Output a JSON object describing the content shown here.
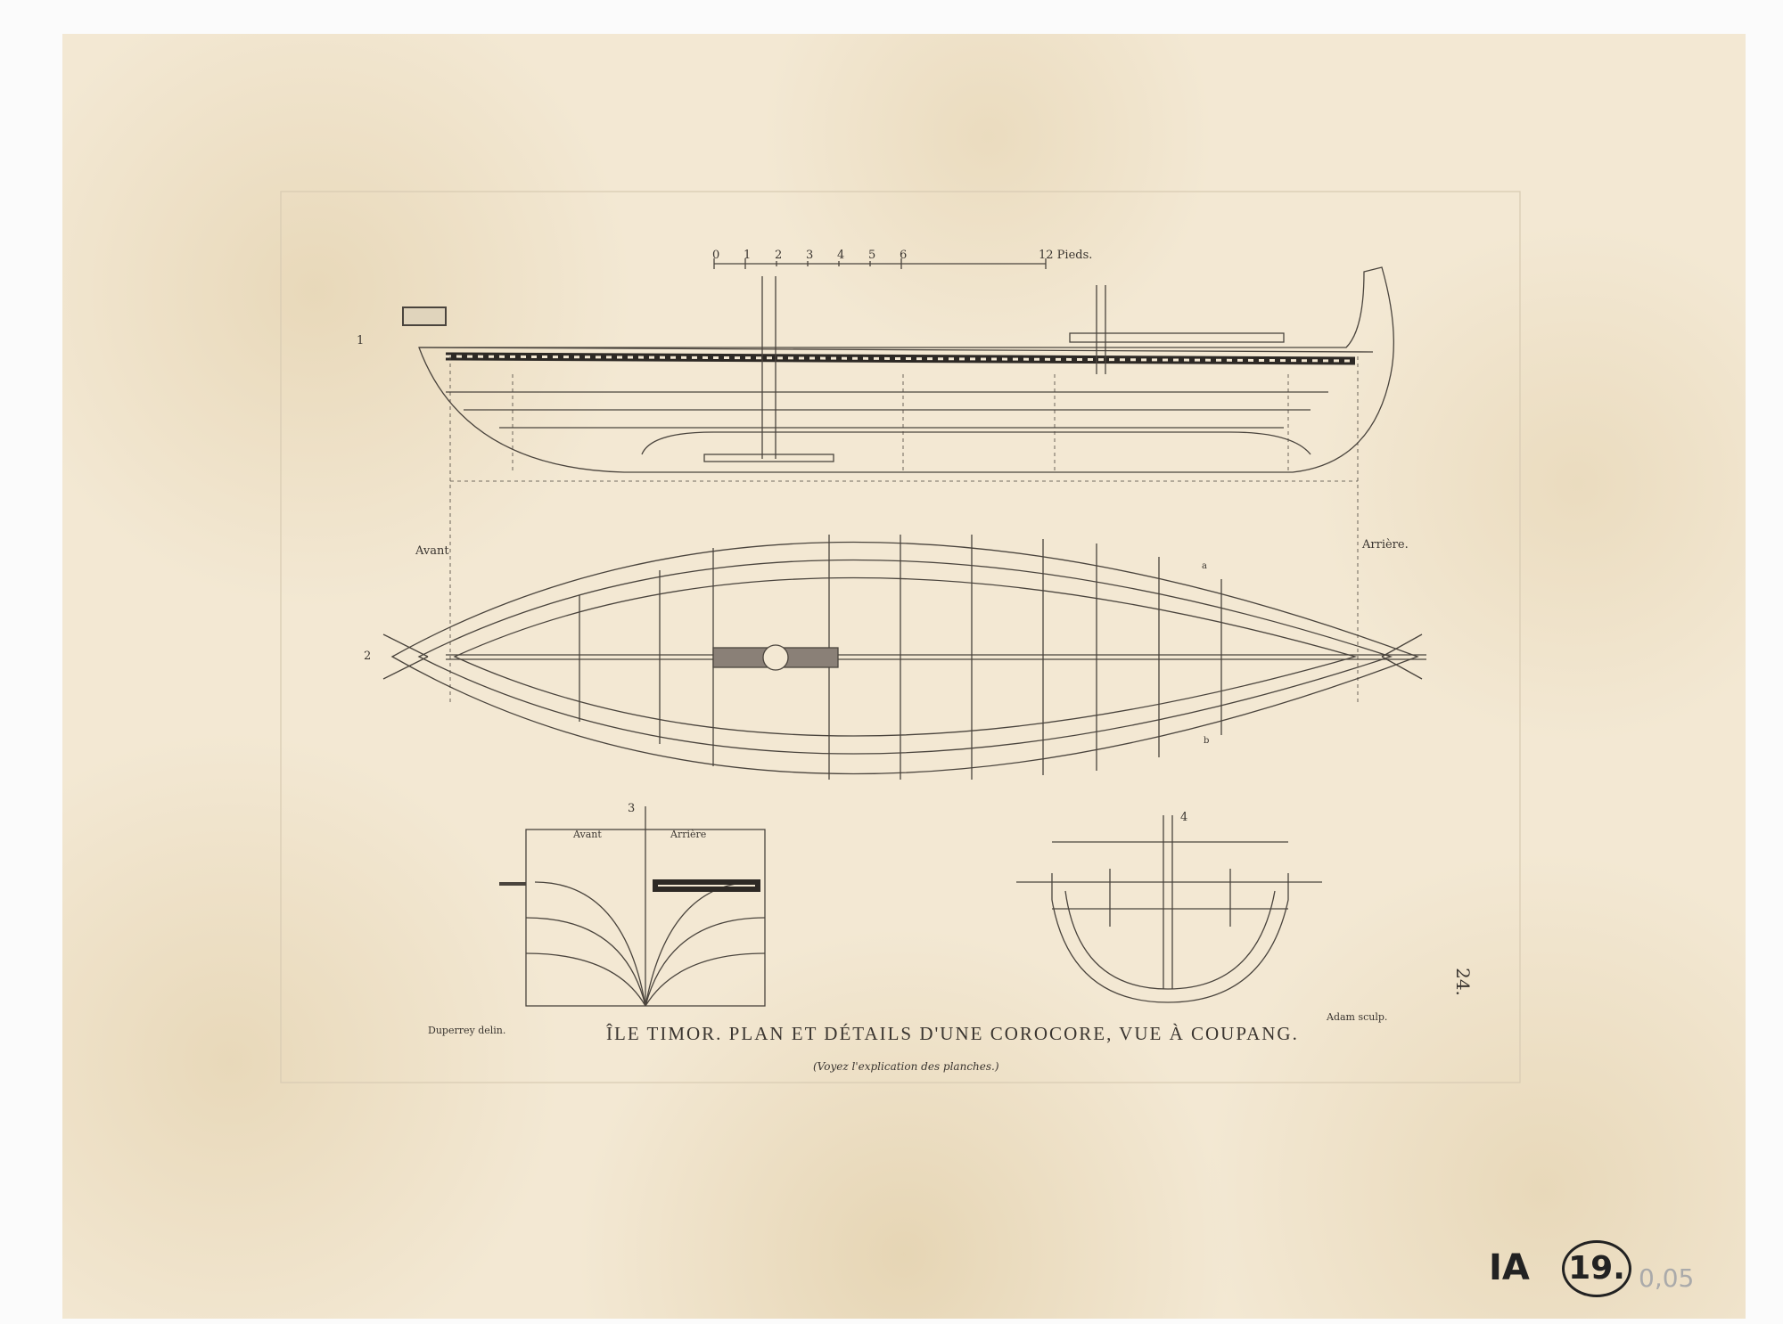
{
  "title": "ÎLE TIMOR. PLAN ET DÉTAILS D'UNE COROCORE, VUE À COUPANG.",
  "subtitle": "(Voyez l'explication des planches.)",
  "credits": {
    "draughtsman": "Duperrey delin.",
    "engraver": "Adam sculp."
  },
  "scale": {
    "ticks": [
      "0",
      "1",
      "2",
      "3",
      "4",
      "5",
      "6",
      "12 Pieds."
    ]
  },
  "figure_labels": {
    "fig1": "1",
    "fig2": "2",
    "fig3": "3",
    "fig4": "4",
    "bow": "Avant",
    "stern": "Arrière.",
    "bow3": "Avant",
    "stern3": "Arrière",
    "a": "a",
    "b": "b"
  },
  "plate_number": "24.",
  "annotations": {
    "catalog": "IA",
    "number": "19.",
    "pencil": "0,05"
  },
  "colors": {
    "paper": "#f3e8d3",
    "ink": "#3a3530"
  }
}
